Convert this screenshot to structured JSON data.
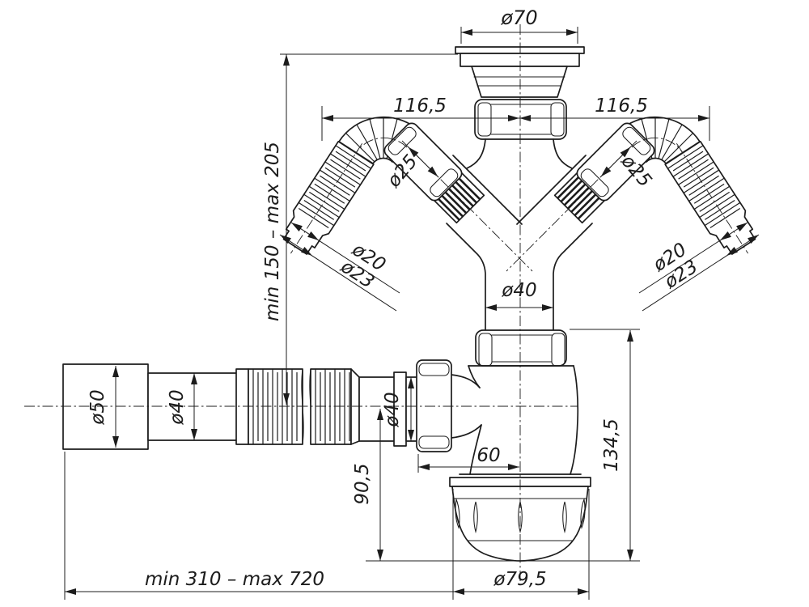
{
  "labels": {
    "flange_diameter": "ø70",
    "branch_span_left": "116,5",
    "branch_span_right": "116,5",
    "branch_diameter_left": "ø25",
    "branch_diameter_right": "ø25",
    "hose_bore_left": "ø20",
    "hose_od_left": "ø23",
    "hose_bore_right": "ø20",
    "hose_od_right": "ø23",
    "inlet_pipe_diameter": "ø40",
    "height_range": "min 150 – max 205",
    "outlet_end_diameter": "ø50",
    "outlet_pipe_diameter": "ø40",
    "outlet_nut_diameter": "ø40",
    "outlet_offset": "60",
    "outlet_drop": "90,5",
    "body_height": "134,5",
    "cup_diameter": "ø79,5",
    "length_range": "min 310 – max 720"
  },
  "colors": {
    "line": "#1c1c1c",
    "background": "#ffffff"
  }
}
